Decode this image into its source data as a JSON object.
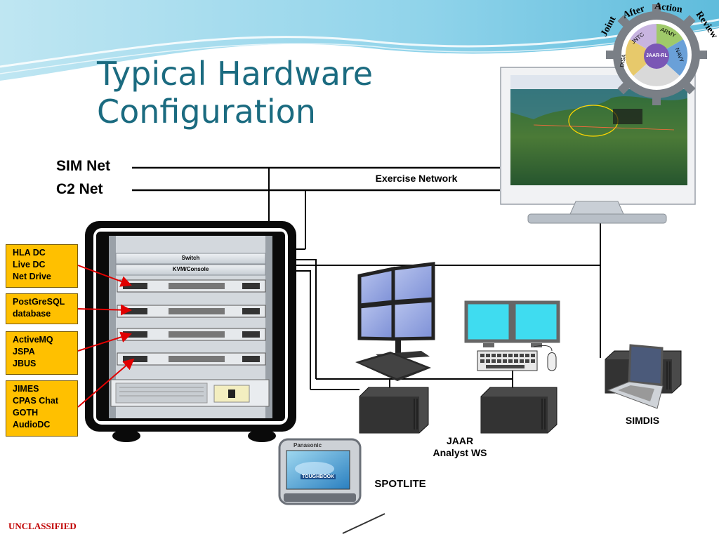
{
  "title": {
    "line1": "Typical Hardware",
    "line2": "Configuration"
  },
  "networks": {
    "sim": "SIM Net",
    "c2": "C2 Net",
    "exercise": "Exercise Network"
  },
  "rack": {
    "switch": "Switch",
    "kvm": "KVM/Console"
  },
  "callouts": [
    {
      "lines": [
        "HLA DC",
        "Live DC",
        "Net Drive"
      ]
    },
    {
      "lines": [
        "PostGreSQL",
        "database"
      ]
    },
    {
      "lines": [
        "ActiveMQ",
        "JSPA",
        "JBUS"
      ]
    },
    {
      "lines": [
        "JIMES",
        "CPAS Chat",
        "GOTH",
        "AudioDC"
      ]
    }
  ],
  "stations": {
    "jaar_line1": "JAAR",
    "jaar_line2": "Analyst WS",
    "simdis": "SIMDIS",
    "spotlite": "SPOTLITE"
  },
  "logo": {
    "joint": "Joint",
    "after": "After",
    "action": "Action",
    "review": "Review",
    "jntc": "JNTC",
    "army": "ARMY",
    "navy": "NAVY",
    "disa": "DISA",
    "center": "JAAR-RL"
  },
  "tablet": {
    "brand": "Panasonic",
    "model": "TOUGHBOOK"
  },
  "classification": "UNCLASSIFIED",
  "colors": {
    "title": "#1b6b80",
    "callout": "#ffc000",
    "arrow": "#e00000",
    "classification": "#c00000"
  }
}
